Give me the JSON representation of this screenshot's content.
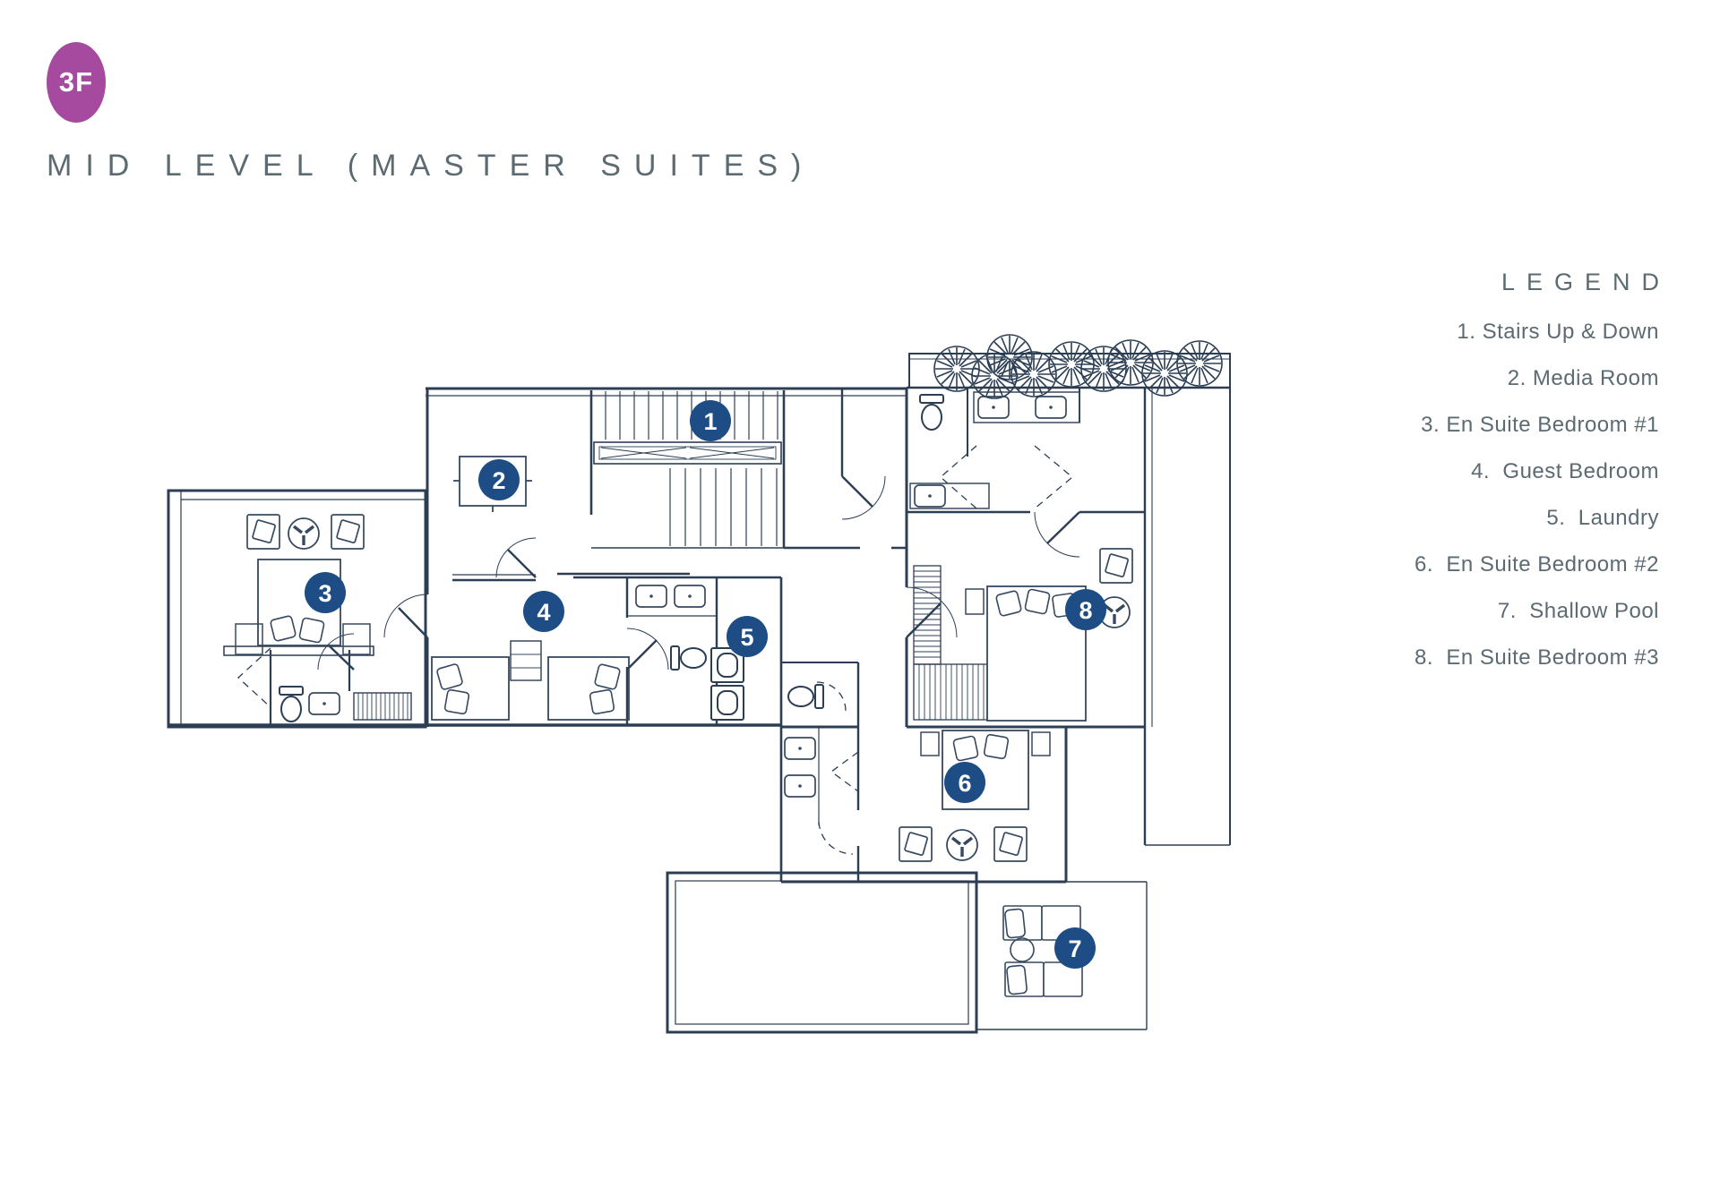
{
  "floor_badge": {
    "label": "3F",
    "color": "#a54a9e"
  },
  "title": "MID LEVEL (MASTER SUITES)",
  "legend": {
    "heading": "LEGEND",
    "items": [
      {
        "label": "1. Stairs Up & Down"
      },
      {
        "label": "2. Media Room"
      },
      {
        "label": "3. En Suite Bedroom #1"
      },
      {
        "label": "4.  Guest Bedroom"
      },
      {
        "label": "5.  Laundry"
      },
      {
        "label": "6.  En Suite Bedroom #2"
      },
      {
        "label": "7.  Shallow Pool"
      },
      {
        "label": "8.  En Suite Bedroom #3"
      }
    ]
  },
  "plan": {
    "line_color": "#2b3e54",
    "marker_color": "#1e4d85",
    "markers": [
      {
        "number": "1",
        "room": "Stairs Up & Down"
      },
      {
        "number": "2",
        "room": "Media Room"
      },
      {
        "number": "3",
        "room": "En Suite Bedroom #1"
      },
      {
        "number": "4",
        "room": "Guest Bedroom"
      },
      {
        "number": "5",
        "room": "Laundry"
      },
      {
        "number": "6",
        "room": "En Suite Bedroom #2"
      },
      {
        "number": "7",
        "room": "Shallow Pool"
      },
      {
        "number": "8",
        "room": "En Suite Bedroom #3"
      }
    ]
  }
}
